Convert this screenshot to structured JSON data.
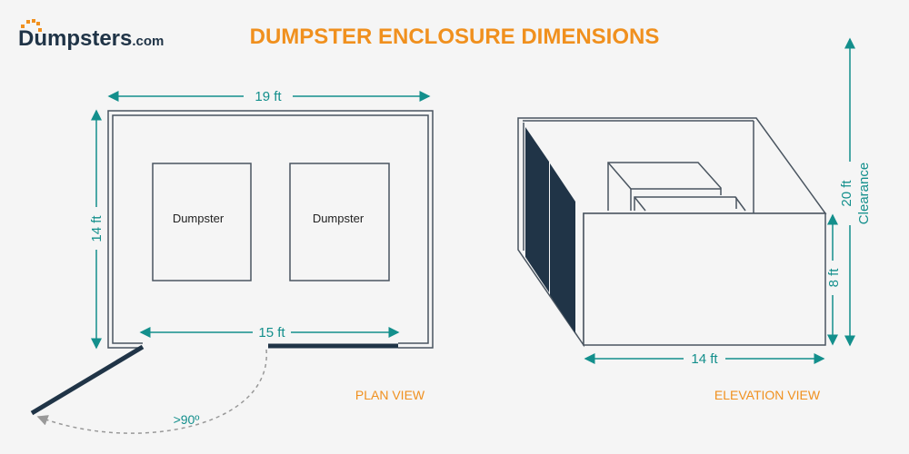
{
  "logo": {
    "name": "Dumpsters",
    "suffix": ".com"
  },
  "title": "DUMPSTER ENCLOSURE DIMENSIONS",
  "colors": {
    "accent": "#f0901e",
    "teal": "#138f8c",
    "navy": "#203447",
    "line": "#4a5560"
  },
  "plan": {
    "label": "PLAN VIEW",
    "width": "19 ft",
    "depth": "14 ft",
    "opening": "15 ft",
    "dumpster1": "Dumpster",
    "dumpster2": "Dumpster",
    "swing": ">90º"
  },
  "elevation": {
    "label": "ELEVATION VIEW",
    "width": "14 ft",
    "height": "8 ft",
    "clearance": "20 ft",
    "clearance_label": "Clearance"
  }
}
